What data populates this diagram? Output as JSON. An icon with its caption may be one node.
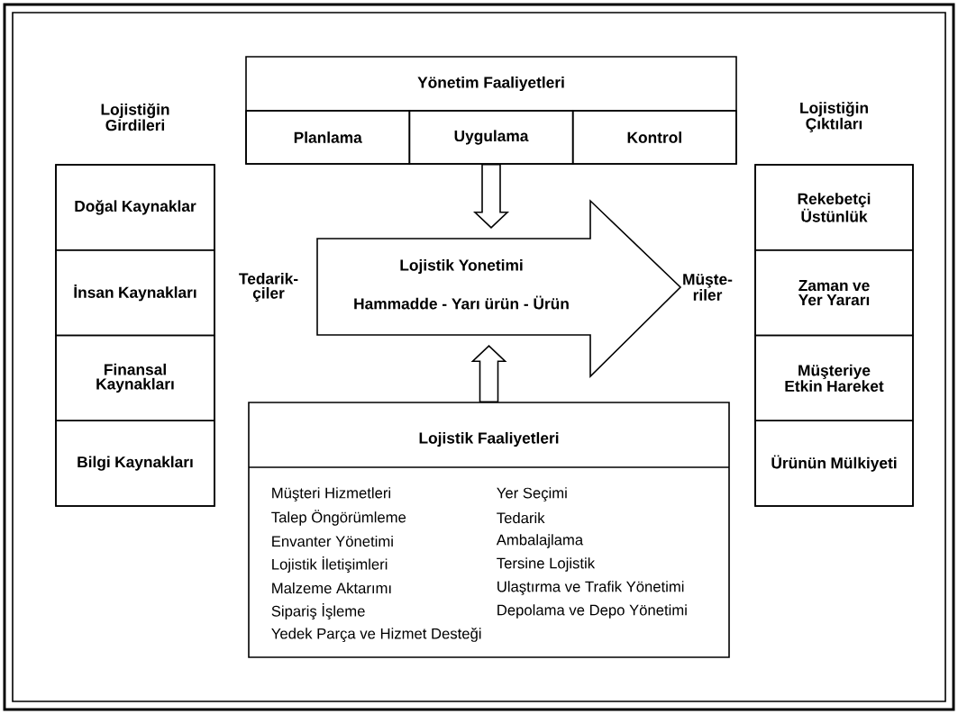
{
  "diagram": {
    "nodes": [
      {
        "text": [
          "Yönetim Faaliyetleri"
        ]
      },
      {
        "text": [
          "Planlama"
        ],
        "in": 0
      },
      {
        "text": [
          "Uygulama"
        ],
        "in": 0
      },
      {
        "text": [
          "Kontrol"
        ],
        "in": 0
      },
      {
        "text": [
          "Lojistiğin Girdileri"
        ]
      },
      {
        "text": [
          "Doğal Kaynaklar"
        ],
        "in": 4
      },
      {
        "text": [
          "İnsan Kaynakları"
        ],
        "in": 4
      },
      {
        "text": [
          "Finansal Kaynakları"
        ],
        "in": 4
      },
      {
        "text": [
          "Bilgi Kaynakları"
        ],
        "in": 4
      },
      {
        "text": [
          "Tedarik- çiler"
        ]
      },
      {
        "text": [
          "Lojistik Yonetimi",
          "Hammadde - Yarı ürün - Ürün"
        ]
      },
      {
        "text": [
          "Müşte- riler"
        ]
      },
      {
        "text": [
          "Lojistiğin Çıktıları"
        ]
      },
      {
        "text": [
          "Rekebetçi Üstünlük"
        ],
        "in": 12
      },
      {
        "text": [
          "Zaman ve Yer Yararı"
        ],
        "in": 12
      },
      {
        "text": [
          "Müşteriye Etkin Hareket"
        ],
        "in": 12
      },
      {
        "text": [
          "Ürünün Mülkiyeti"
        ],
        "in": 12
      },
      {
        "text": [
          "Lojistik Faaliyetleri",
          "Müşteri Hizmetleri",
          "Talep Öngörümleme",
          "Envanter Yönetimi",
          "Lojistik İletişimleri",
          "Malzeme Aktarımı",
          "Sipariş İşleme",
          "Yedek Parça ve Hizmet Desteği",
          "Yer Seçimi",
          "Tedarik",
          "Ambalajlama",
          "Tersine Lojistik",
          "Ulaştırma ve Trafik Yönetimi",
          "Depolama ve Depo Yönetimi"
        ]
      }
    ],
    "edges": [
      {
        "from": 0,
        "to": 10,
        "arrow": "to"
      },
      {
        "from": 17,
        "to": 10,
        "arrow": "to"
      }
    ]
  }
}
